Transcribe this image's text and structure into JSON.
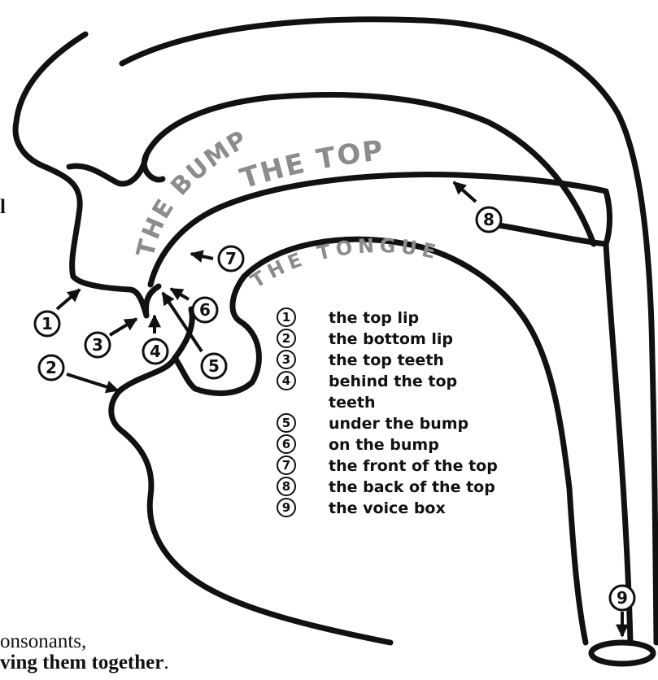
{
  "fragments": {
    "left_top": "l",
    "bottom_line1": "onsonants,",
    "bottom_line2": "ving them together"
  },
  "regions": {
    "bump": "THE BUMP",
    "top": "THE TOP",
    "tongue": "THE TONGUE"
  },
  "markers": [
    "1",
    "2",
    "3",
    "4",
    "5",
    "6",
    "7",
    "8",
    "9"
  ],
  "legend": [
    {
      "num": "1",
      "text": "the top lip"
    },
    {
      "num": "2",
      "text": "the bottom lip"
    },
    {
      "num": "3",
      "text": "the top teeth"
    },
    {
      "num": "4",
      "text": "behind the top",
      "text2": "teeth"
    },
    {
      "num": "5",
      "text": "under the bump"
    },
    {
      "num": "6",
      "text": "on the bump"
    },
    {
      "num": "7",
      "text": "the front of the top"
    },
    {
      "num": "8",
      "text": "the back of the top"
    },
    {
      "num": "9",
      "text": "the voice box"
    }
  ],
  "colors": {
    "outline": "#111111",
    "region_text": "#8c8c8c"
  }
}
